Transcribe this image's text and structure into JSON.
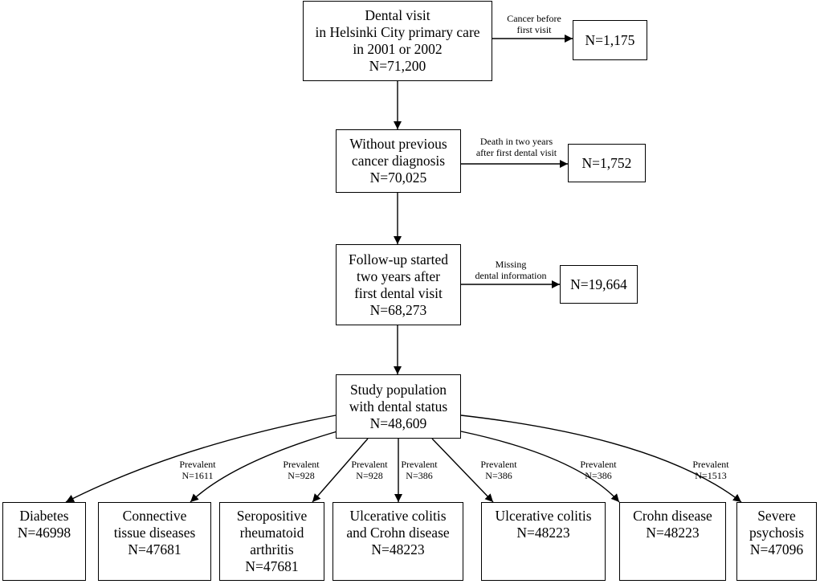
{
  "boxes": {
    "visit": "Dental visit\nin Helsinki City primary care\nin 2001 or 2002\nN=71,200",
    "excl_cancer": "N=1,175",
    "no_cancer": "Without previous\ncancer diagnosis\nN=70,025",
    "excl_death": "N=1,752",
    "followup": "Follow-up started\ntwo years after\nfirst dental visit\nN=68,273",
    "excl_missing": "N=19,664",
    "study": "Study population\nwith dental status\nN=48,609",
    "diabetes": "Diabetes\nN=46998",
    "connective": "Connective\ntissue diseases\nN=47681",
    "ra": "Seropositive\nrheumatoid\narthritis\nN=47681",
    "uc_crohn": "Ulcerative colitis\nand Crohn disease\nN=48223",
    "uc": "Ulcerative colitis\nN=48223",
    "crohn": "Crohn disease\nN=48223",
    "psychosis": "Severe\npsychosis\nN=47096"
  },
  "labels": {
    "cancer_before": "Cancer before\nfirst visit",
    "death": "Death in two years\nafter first dental visit",
    "missing": "Missing\ndental information",
    "prev_diabetes": "Prevalent\nN=1611",
    "prev_connective": "Prevalent\nN=928",
    "prev_ra": "Prevalent\nN=928",
    "prev_uc_crohn": "Prevalent\nN=386",
    "prev_uc": "Prevalent\nN=386",
    "prev_crohn": "Prevalent\nN=386",
    "prev_psychosis": "Prevalent\nN=1513"
  }
}
